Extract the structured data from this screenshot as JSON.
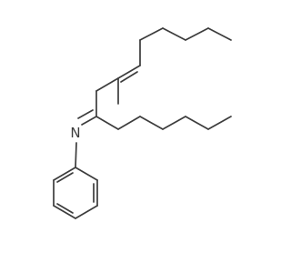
{
  "molecule": {
    "atoms": [
      {
        "id": "nitrogen",
        "element": "N",
        "label": "N"
      }
    ]
  },
  "colors": {
    "background": "#ffffff",
    "bond": "#3c3c3c",
    "label": "#3c3c3c"
  }
}
